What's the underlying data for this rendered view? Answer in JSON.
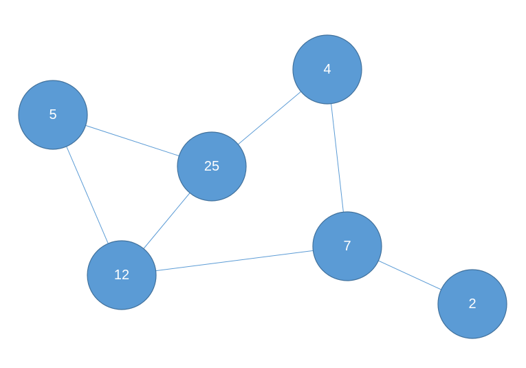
{
  "graph": {
    "colors": {
      "node_fill": "#5b9bd5",
      "node_stroke": "#41719c",
      "edge": "#5b9bd5",
      "label": "#ffffff"
    },
    "nodes": [
      {
        "id": "n5",
        "label": "5"
      },
      {
        "id": "n25",
        "label": "25"
      },
      {
        "id": "n4",
        "label": "4"
      },
      {
        "id": "n12",
        "label": "12"
      },
      {
        "id": "n7",
        "label": "7"
      },
      {
        "id": "n2",
        "label": "2"
      }
    ],
    "edges": [
      {
        "from": "n5",
        "to": "n25"
      },
      {
        "from": "n5",
        "to": "n12"
      },
      {
        "from": "n25",
        "to": "n4"
      },
      {
        "from": "n25",
        "to": "n12"
      },
      {
        "from": "n4",
        "to": "n7"
      },
      {
        "from": "n12",
        "to": "n7"
      },
      {
        "from": "n7",
        "to": "n2"
      }
    ]
  }
}
